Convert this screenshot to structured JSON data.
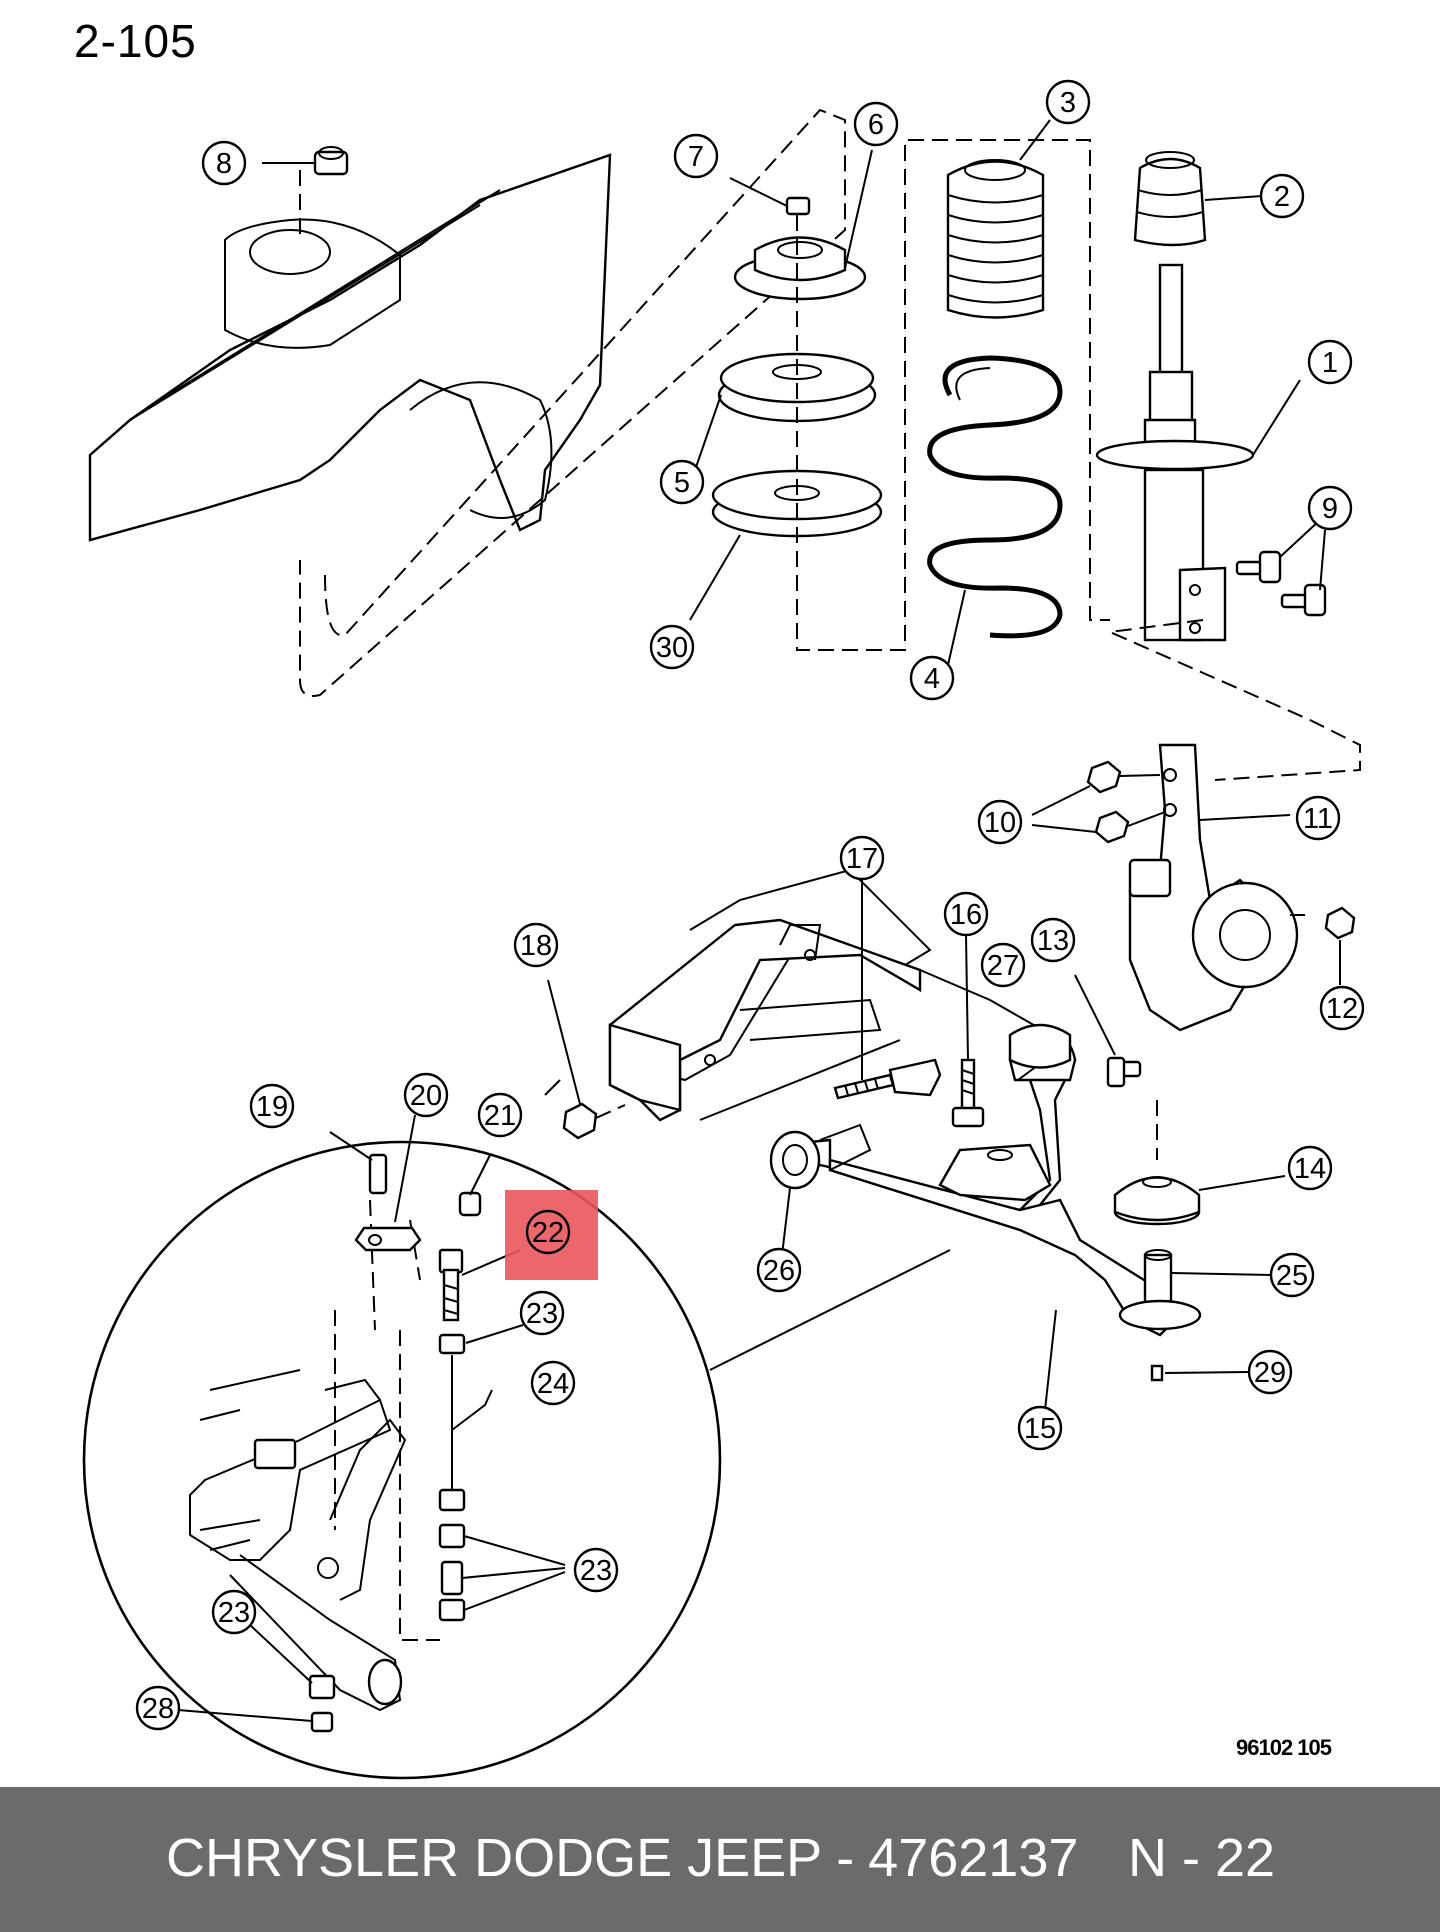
{
  "page_code": "2-105",
  "figure_id": "96102  105",
  "footer": {
    "brand": "CHRYSLER DODGE JEEP",
    "separator": "-",
    "part_number": "4762137",
    "code": "N - 22"
  },
  "highlight": {
    "callout": "22",
    "color": "#e9575b"
  },
  "callouts": [
    "1",
    "2",
    "3",
    "4",
    "5",
    "6",
    "7",
    "8",
    "9",
    "10",
    "11",
    "12",
    "13",
    "14",
    "15",
    "16",
    "17",
    "18",
    "19",
    "20",
    "21",
    "22",
    "23",
    "24",
    "25",
    "26",
    "27",
    "28",
    "29",
    "30"
  ]
}
